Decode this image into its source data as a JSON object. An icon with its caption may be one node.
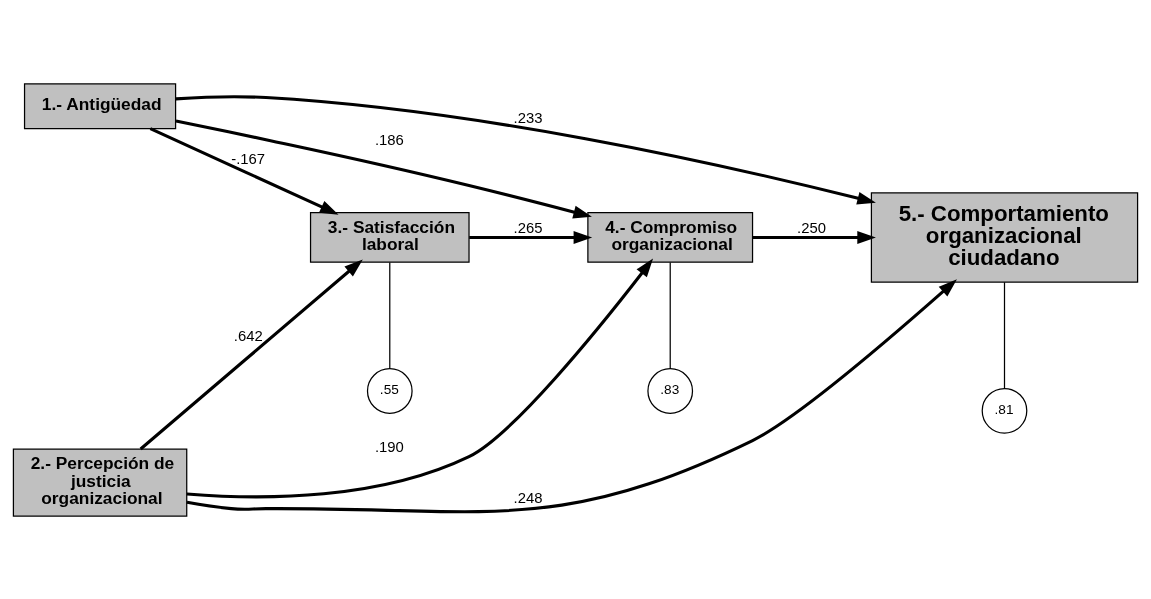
{
  "diagram": {
    "nodes": [
      {
        "text": [
          "1.- Antigüedad"
        ]
      },
      {
        "text": [
          "4.- Compromiso organizacional"
        ]
      },
      {
        "text": [
          ".83"
        ]
      },
      {
        "text": [
          "3.- Satisfacción laboral"
        ]
      },
      {
        "text": [
          ".55"
        ]
      },
      {
        "text": [
          "5.- Comportamiento organizacional ciudadano"
        ]
      },
      {
        "text": [
          ".81"
        ]
      },
      {
        "text": [
          "2.- Percepción de justicia organizacional"
        ]
      }
    ],
    "edges": [
      {
        "from": 0,
        "to": 1,
        "arrow": "to",
        "label": ".186"
      },
      {
        "from": 0,
        "to": 3,
        "arrow": "to",
        "label": "-.167"
      },
      {
        "from": 0,
        "to": 5,
        "arrow": "to",
        "label": ".233"
      },
      {
        "from": 3,
        "to": 1,
        "arrow": "to",
        "label": ".265"
      },
      {
        "from": 1,
        "to": 2,
        "arrow": "none"
      },
      {
        "from": 3,
        "to": 4,
        "arrow": "none"
      },
      {
        "from": 1,
        "to": 5,
        "arrow": "to",
        "label": ".250"
      },
      {
        "from": 7,
        "to": 3,
        "arrow": "to",
        "label": ".642"
      },
      {
        "from": 7,
        "to": 1,
        "arrow": "to",
        "label": ".190"
      },
      {
        "from": 7,
        "to": 5,
        "arrow": "to",
        "label": ".248"
      },
      {
        "from": 5,
        "to": 6,
        "arrow": "none"
      }
    ]
  }
}
